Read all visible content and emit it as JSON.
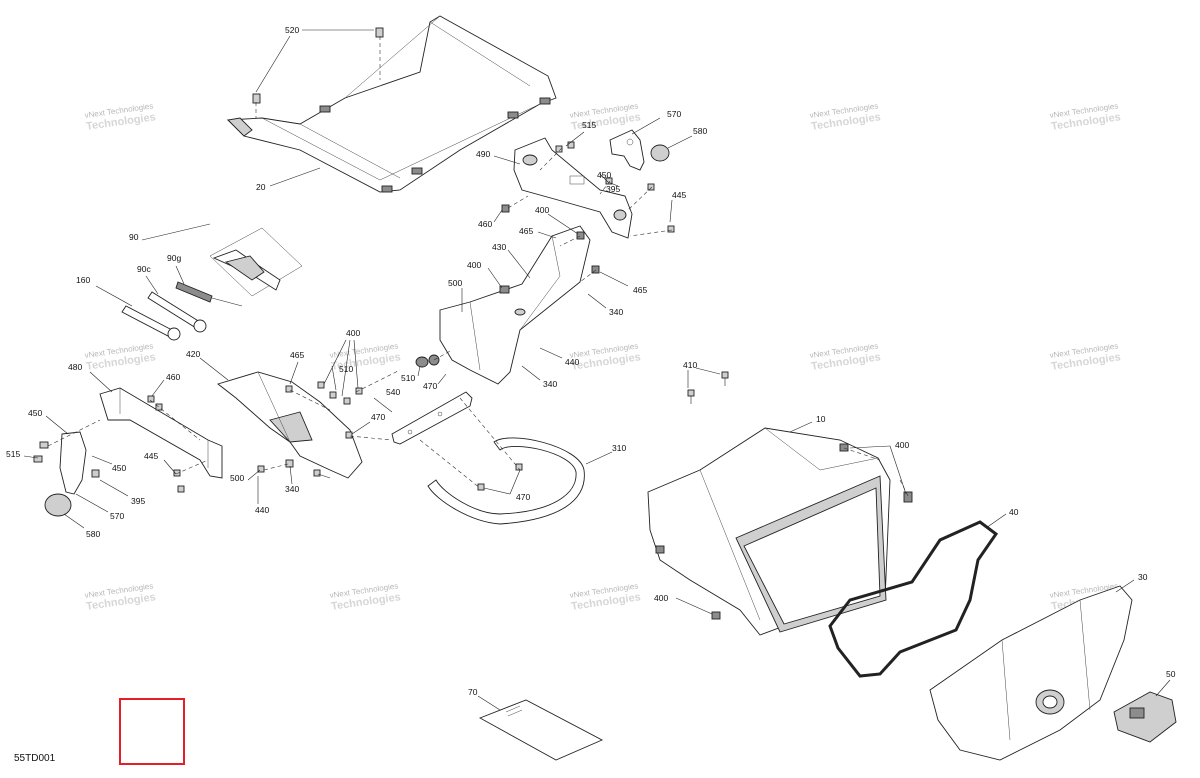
{
  "diagram_code": "55TD001",
  "watermark": {
    "line1": "vNext Technologies",
    "line2": "Technologies"
  },
  "parts": {
    "p10": "10",
    "p20": "20",
    "p30": "30",
    "p40": "40",
    "p50": "50",
    "p70": "70",
    "p90": "90",
    "p90c": "90c",
    "p90g": "90g",
    "p160": "160",
    "p310": "310",
    "p340": "340",
    "p395": "395",
    "p400": "400",
    "p410": "410",
    "p420": "420",
    "p430": "430",
    "p440": "440",
    "p445": "445",
    "p450": "450",
    "p460": "460",
    "p465": "465",
    "p470": "470",
    "p480": "480",
    "p490": "490",
    "p500": "500",
    "p510": "510",
    "p515": "515",
    "p520": "520",
    "p540": "540",
    "p570": "570",
    "p580": "580"
  },
  "highlight_box_color": "#e3202a"
}
